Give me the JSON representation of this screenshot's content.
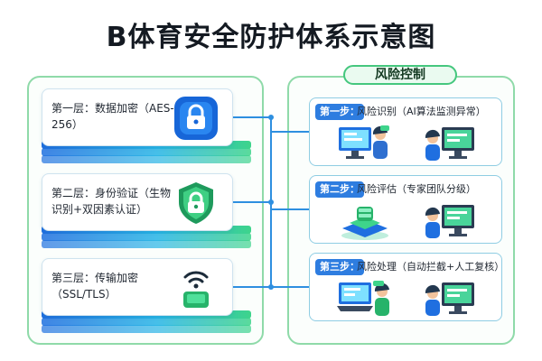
{
  "title": "B体育安全防护体系示意图",
  "layers": [
    {
      "label": "第一层：数据加密（AES-256）",
      "icon": "lock-icon"
    },
    {
      "label": "第二层：身份验证（生物识别+双因素认证）",
      "icon": "shield-lock-icon"
    },
    {
      "label": "第三层：传输加密（SSL/TLS）",
      "icon": "wireless-chip-icon"
    }
  ],
  "risk_control": {
    "title": "风险控制",
    "steps": [
      {
        "badge": "第一步：",
        "text": "风险识别（AI算法监测异常）",
        "illustrations": [
          "person-at-computer",
          "person-at-monitor"
        ]
      },
      {
        "badge": "第二步：",
        "text": "风险评估（专家团队分级）",
        "illustrations": [
          "server-stack",
          "person-at-monitor"
        ]
      },
      {
        "badge": "第三步：",
        "text": "风险处理（自动拦截+人工复核）",
        "illustrations": [
          "person-at-laptop",
          "person-at-monitor"
        ]
      }
    ]
  },
  "colors": {
    "blue": "#1f6fe0",
    "cyan": "#26b4e6",
    "green": "#3ed48b",
    "panel_border": "#8fdaa9"
  }
}
